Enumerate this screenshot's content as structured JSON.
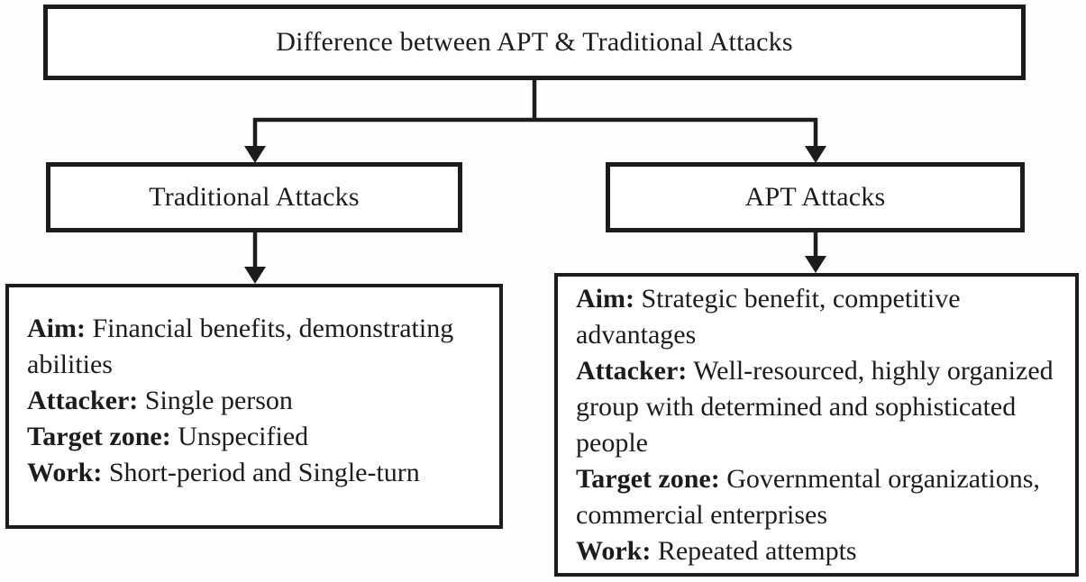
{
  "title": "Difference between APT & Traditional Attacks",
  "colors": {
    "ink": "#1c1c1c",
    "background": "#ffffff"
  },
  "left_branch": {
    "heading": "Traditional Attacks",
    "details": [
      {
        "label": "Aim:",
        "text": "Financial benefits, demonstrating abilities"
      },
      {
        "label": "Attacker:",
        "text": "Single person"
      },
      {
        "label": "Target zone:",
        "text": "Unspecified"
      },
      {
        "label": "Work:",
        "text": "Short-period and Single-turn"
      }
    ]
  },
  "right_branch": {
    "heading": "APT Attacks",
    "details": [
      {
        "label": "Aim:",
        "text": "Strategic benefit, competitive advantages"
      },
      {
        "label": "Attacker:",
        "text": "Well-resourced, highly organized group with determined and sophisticated people"
      },
      {
        "label": "Target zone:",
        "text": "Governmental organizations, commercial enterprises"
      },
      {
        "label": "Work:",
        "text": "Repeated attempts"
      }
    ]
  }
}
